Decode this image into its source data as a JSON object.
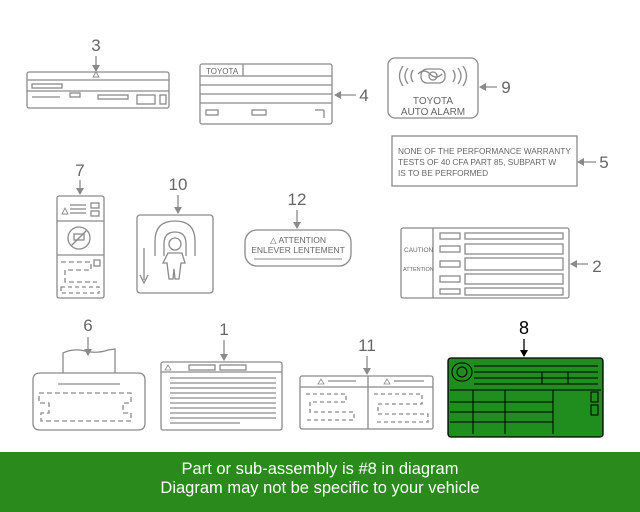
{
  "colors": {
    "line": "#8a8a8a",
    "text": "#666666",
    "highlight_fill": "#1f8e1f",
    "highlight_stroke": "#000000",
    "banner": "#2a8a1c",
    "banner_text": "#ffffff"
  },
  "callouts": [
    "1",
    "2",
    "3",
    "4",
    "5",
    "6",
    "7",
    "8",
    "9",
    "10",
    "11",
    "12"
  ],
  "label_text": {
    "toyota": "TOYOTA",
    "alarm_line1": "TOYOTA",
    "alarm_line2": "AUTO ALARM",
    "warranty_line1": "NONE OF THE  PERFORMANCE WARRANTY",
    "warranty_line2": "TESTS OF 40 CFA  PART 85, SUBPART W",
    "warranty_line3": "IS  TO BE PERFORMED",
    "attention_line1": "△  ATTENTION",
    "attention_line2": "ENLEVER LENTEMENT",
    "caution": "CAUTION",
    "attention": "ATTENTION"
  },
  "banner": {
    "line1": "Part or sub-assembly is #8 in diagram",
    "line2": "Diagram may not be specific to your vehicle"
  }
}
